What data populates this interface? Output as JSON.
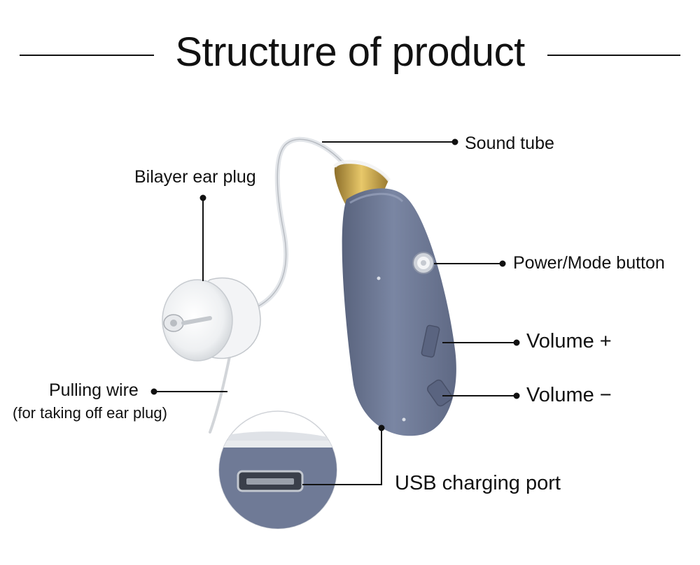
{
  "title": "Structure of product",
  "labels": {
    "sound_tube": "Sound tube",
    "bilayer_ear_plug": "Bilayer ear plug",
    "power_mode_button": "Power/Mode button",
    "volume_plus": "Volume +",
    "volume_minus": "Volume −",
    "pulling_wire": "Pulling wire",
    "pulling_wire_note": "(for taking off ear plug)",
    "usb_port": "USB charging port"
  },
  "colors": {
    "device_body": "#6f7a96",
    "device_shadow": "#56607a",
    "background": "#ffffff",
    "text": "#111111",
    "brass": "#c9a24a"
  }
}
